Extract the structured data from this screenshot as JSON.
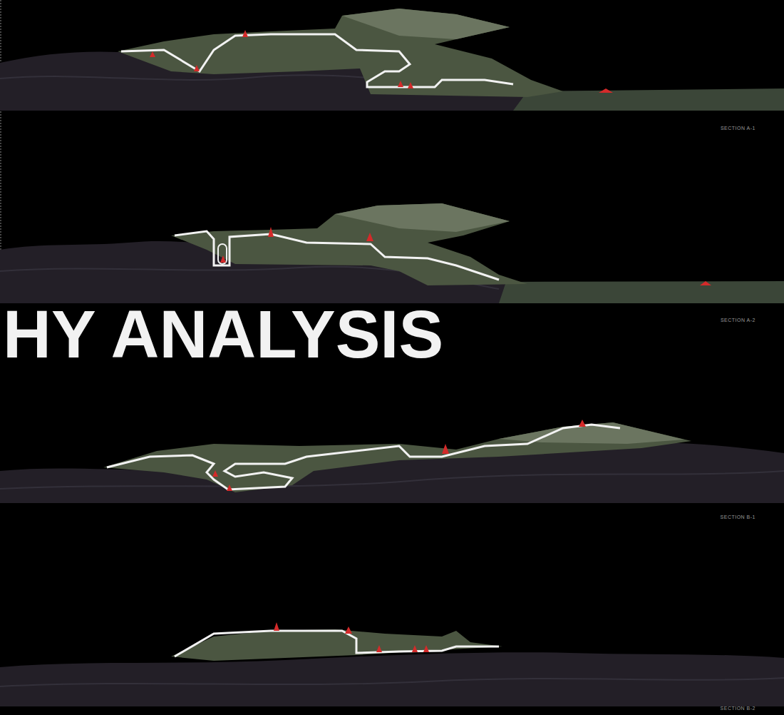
{
  "diagram": {
    "title": "HY ANALYSIS",
    "labels": [
      "SECTION A-1",
      "SECTION A-2",
      "SECTION B-1",
      "SECTION B-2"
    ]
  }
}
